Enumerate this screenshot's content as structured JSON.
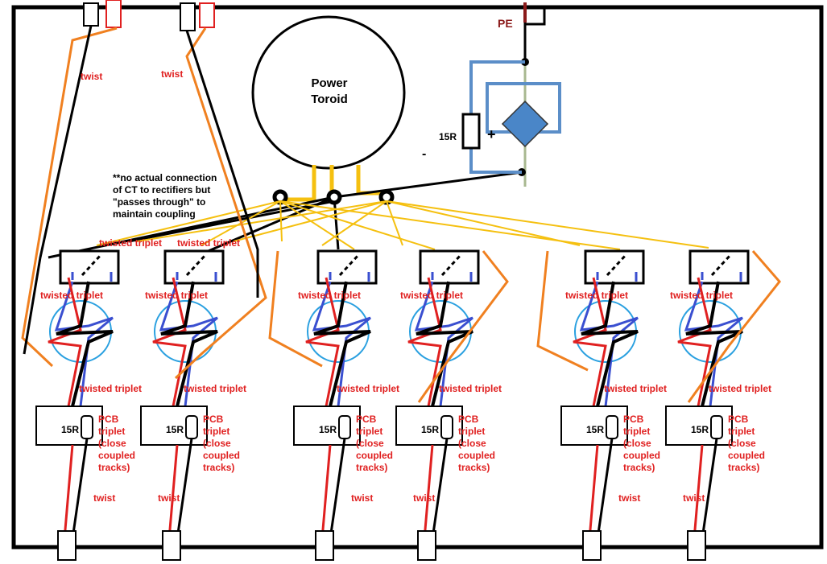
{
  "toroid": {
    "line1": "Power",
    "line2": "Toroid"
  },
  "pe_label": "PE",
  "rectifier_resistor": "15R",
  "rectifier_plus": "+",
  "rectifier_minus": "-",
  "ct_note": [
    "**no actual connection",
    "of CT to rectifiers but",
    "\"passes through\" to",
    "maintain coupling"
  ],
  "channels": [
    {
      "twist_top": "twist",
      "twisted_triplet_top": "twisted triplet",
      "twisted_triplet_mid": "twisted triplet",
      "twisted_triplet_low": "twisted triplet",
      "resistor": "15R",
      "pcb": [
        "PCB",
        "triplet",
        "(close",
        "coupled",
        "tracks)"
      ],
      "twist_bottom": "twist"
    },
    {
      "twist_top": "twist",
      "twisted_triplet_top": "twisted triplet",
      "twisted_triplet_mid": "twisted triplet",
      "twisted_triplet_low": "twisted triplet",
      "resistor": "15R",
      "pcb": [
        "PCB",
        "triplet",
        "(close",
        "coupled",
        "tracks)"
      ],
      "twist_bottom": "twist"
    },
    {
      "twisted_triplet_mid": "twisted triplet",
      "twisted_triplet_low": "twisted triplet",
      "resistor": "15R",
      "pcb": [
        "PCB",
        "triplet",
        "(close",
        "coupled",
        "tracks)"
      ],
      "twist_bottom": "twist"
    },
    {
      "twisted_triplet_mid": "twisted triplet",
      "twisted_triplet_low": "twisted triplet",
      "resistor": "15R",
      "pcb": [
        "PCB",
        "triplet",
        "(close",
        "coupled",
        "tracks)"
      ],
      "twist_bottom": "twist"
    },
    {
      "twisted_triplet_mid": "twisted triplet",
      "twisted_triplet_low": "twisted triplet",
      "resistor": "15R",
      "pcb": [
        "PCB",
        "triplet",
        "(close",
        "coupled",
        "tracks)"
      ],
      "twist_bottom": "twist"
    },
    {
      "twisted_triplet_mid": "twisted triplet",
      "twisted_triplet_low": "twisted triplet",
      "resistor": "15R",
      "pcb": [
        "PCB",
        "triplet",
        "(close",
        "coupled",
        "tracks)"
      ],
      "twist_bottom": "twist"
    }
  ],
  "colors": {
    "wire_red": "#e02020",
    "wire_black": "#000000",
    "wire_orange": "#f08020",
    "wire_blue": "#3a4fd0",
    "wire_yellow": "#f5c010",
    "ring_blue": "#2aa0e0",
    "bridge_blue": "#4a86c8",
    "bridge_frame": "#5b8ec8",
    "pe_red": "#8b1a1a"
  }
}
